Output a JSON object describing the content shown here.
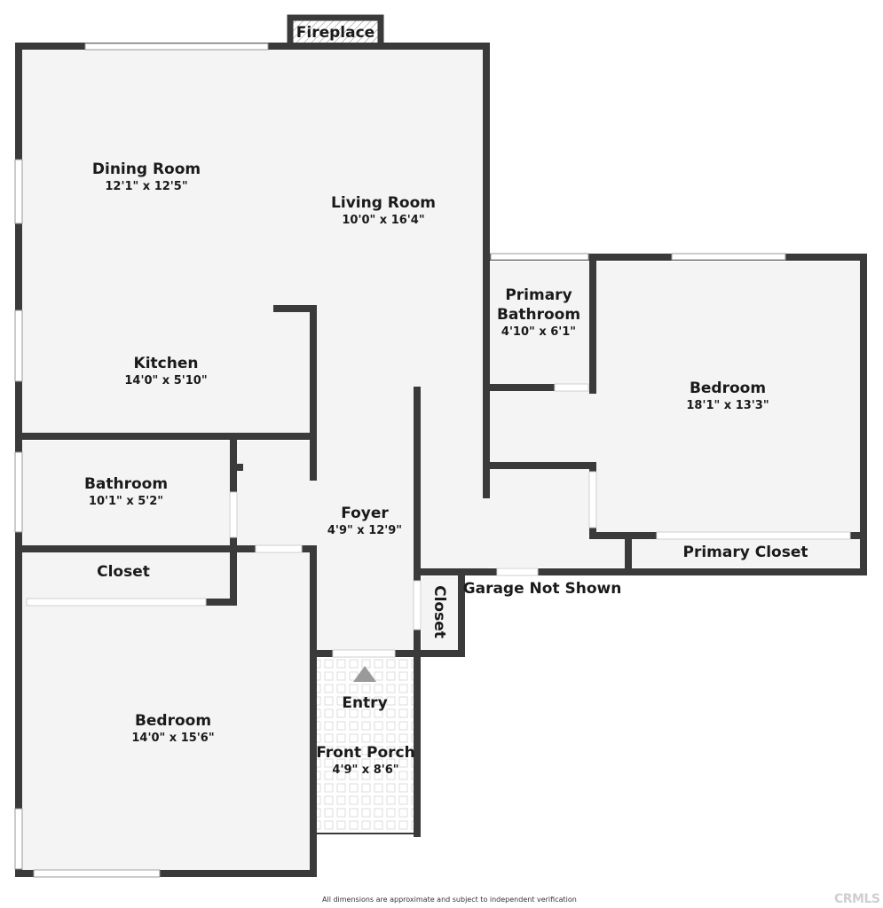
{
  "plan": {
    "fireplace": {
      "label": "Fireplace"
    },
    "rooms": {
      "dining": {
        "name": "Dining Room",
        "dim": "12'1\" x 12'5\""
      },
      "living": {
        "name": "Living Room",
        "dim": "10'0\" x 16'4\""
      },
      "kitchen": {
        "name": "Kitchen",
        "dim": "14'0\" x 5'10\""
      },
      "primary_bath": {
        "name_line1": "Primary",
        "name_line2": "Bathroom",
        "dim": "4'10\" x 6'1\""
      },
      "primary_bedroom": {
        "name": "Bedroom",
        "dim": "18'1\" x 13'3\""
      },
      "bathroom": {
        "name": "Bathroom",
        "dim": "10'1\" x 5'2\""
      },
      "foyer": {
        "name": "Foyer",
        "dim": "4'9\" x 12'9\""
      },
      "closet_left": {
        "name": "Closet"
      },
      "closet_vertical": {
        "name": "Closet"
      },
      "primary_closet": {
        "name": "Primary Closet"
      },
      "entry": {
        "name": "Entry"
      },
      "front_porch": {
        "name": "Front Porch",
        "dim": "4'9\" x 8'6\""
      },
      "bedroom2": {
        "name": "Bedroom",
        "dim": "14'0\" x 15'6\""
      }
    },
    "garage_note": "Garage Not Shown",
    "footer_note": "All dimensions are approximate and subject to independent verification",
    "watermark": "CRMLS",
    "colors": {
      "wall": "#3a3a3a",
      "floor": "#f4f4f4",
      "window": "#ffffff",
      "entry_arrow": "#9a9a9a"
    }
  }
}
